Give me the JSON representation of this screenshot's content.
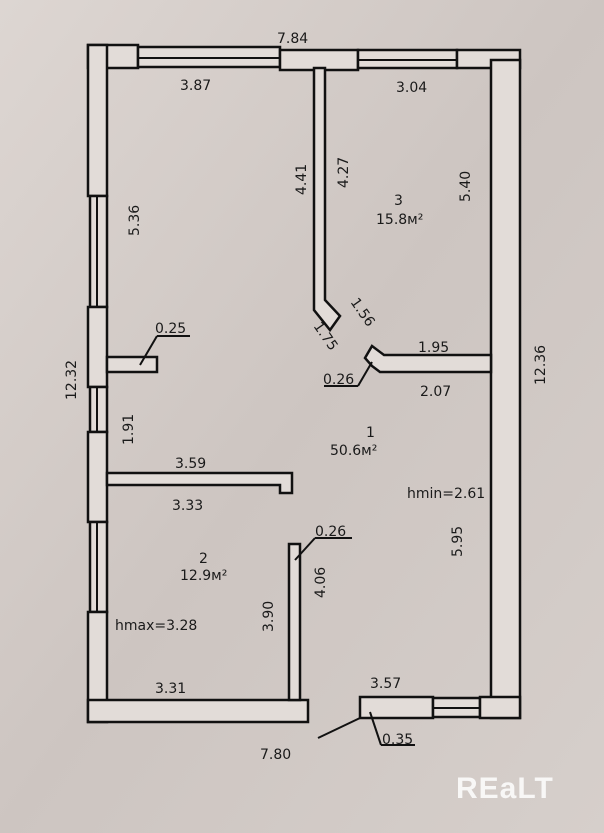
{
  "plan": {
    "overall": {
      "top": "7.84",
      "bottom": "7.80",
      "left": "12.32",
      "right": "12.36"
    },
    "dimensions": {
      "top_left_room": "3.87",
      "top_right_room": "3.04",
      "left_upper": "5.36",
      "partition_left": "4.41",
      "partition_right": "4.27",
      "right_upper": "5.40",
      "diag_1": "1.56",
      "diag_2": "1.75",
      "stub_thickness": "0.25",
      "partition_thickness_1": "0.26",
      "wall_upper": "1.95",
      "wall_lower": "2.07",
      "left_middle": "1.91",
      "hall_wall_top": "3.59",
      "hall_wall_bottom": "3.33",
      "partition_thickness_2": "0.26",
      "bedroom_height": "3.90",
      "bedroom_partition": "4.06",
      "right_lower": "5.95",
      "bottom_left": "3.31",
      "bottom_right": "3.57",
      "bottom_thickness": "0.35"
    },
    "rooms": [
      {
        "number": "1",
        "area": "50.6м²"
      },
      {
        "number": "2",
        "area": "12.9м²"
      },
      {
        "number": "3",
        "area": "15.8м²"
      }
    ],
    "heights": {
      "min": "hmin=2.61",
      "max": "hmax=3.28"
    }
  },
  "watermark": "REaLT"
}
